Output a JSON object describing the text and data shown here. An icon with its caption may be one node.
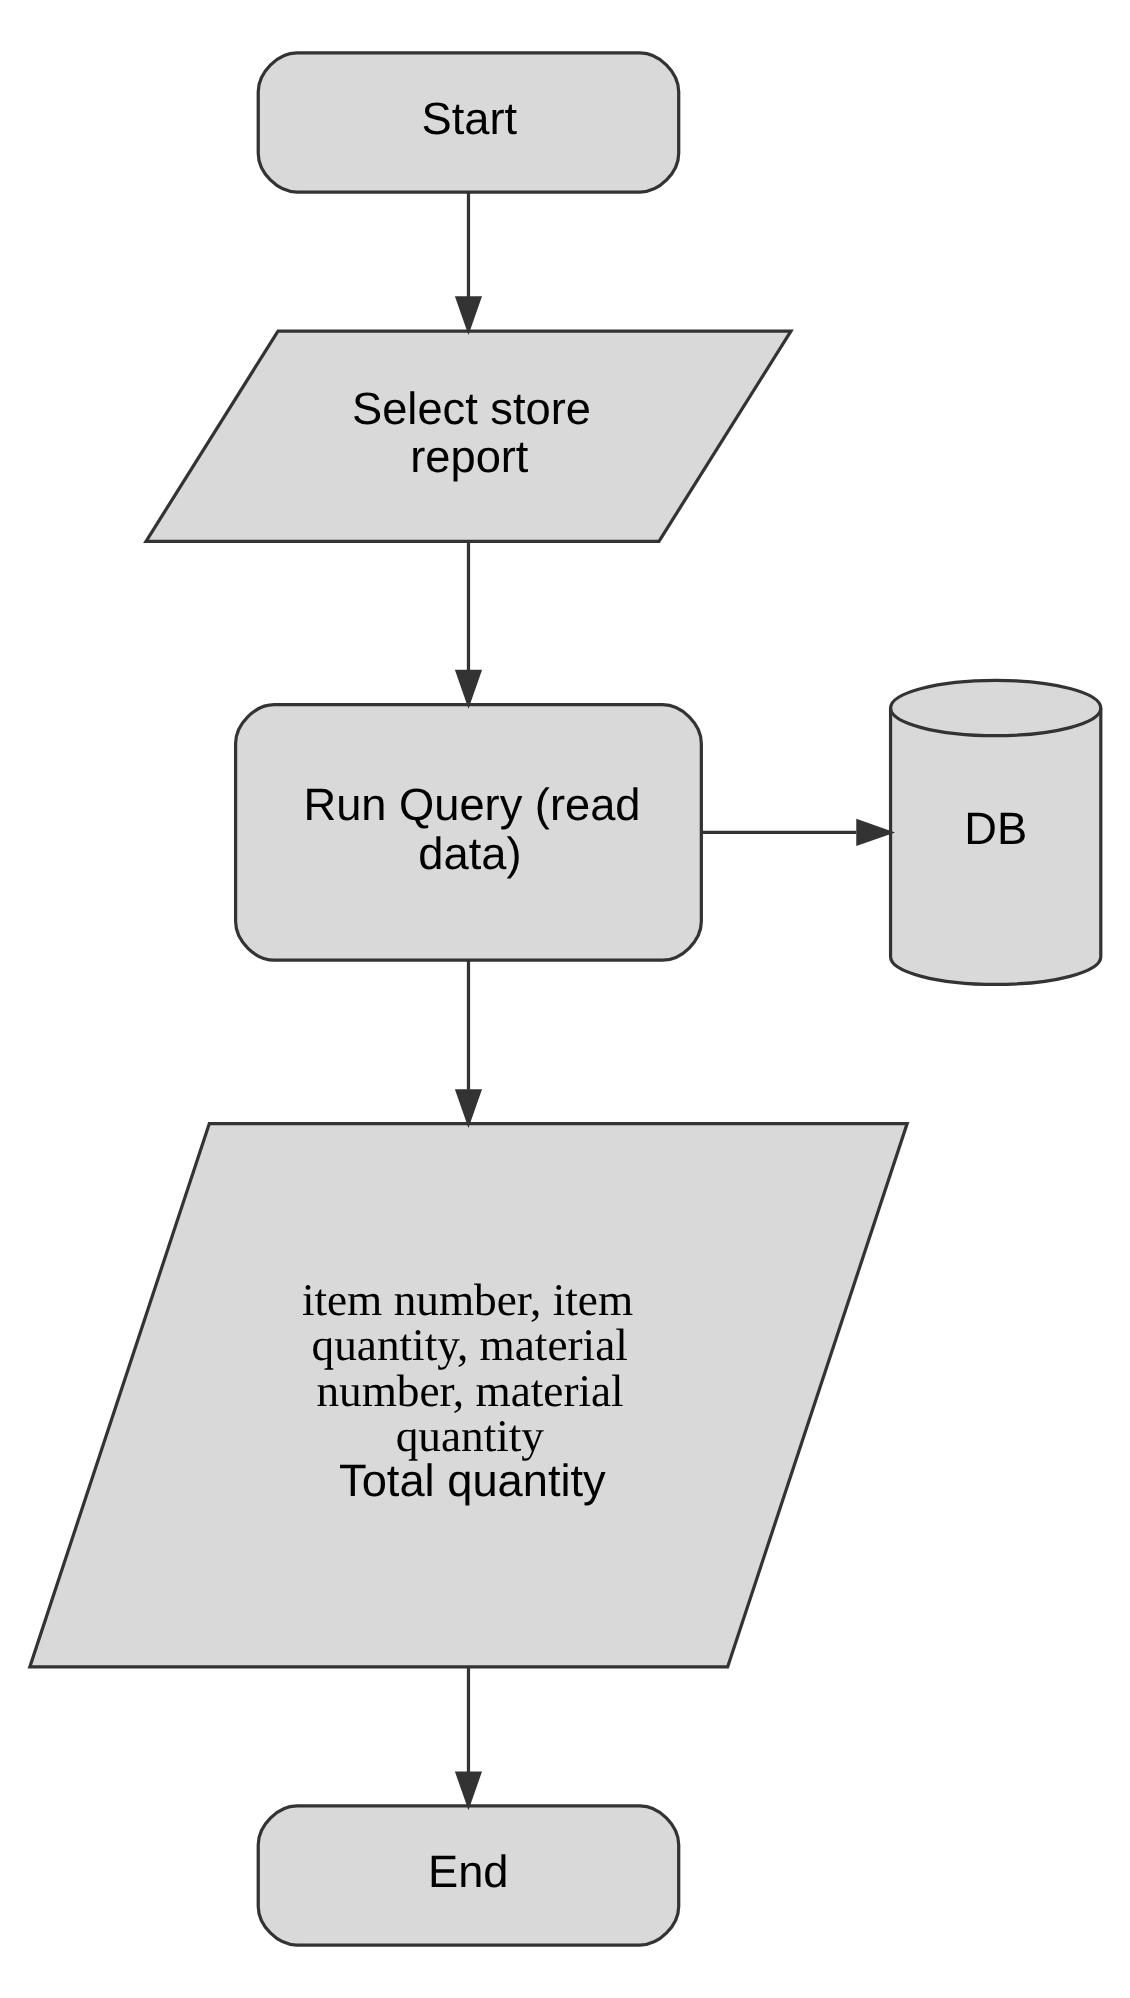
{
  "diagram": {
    "nodes": [
      {
        "text": [
          "Start"
        ]
      },
      {
        "text": [
          "Select store report"
        ]
      },
      {
        "text": [
          "Run Query (read data)"
        ]
      },
      {
        "text": [
          "DB"
        ]
      },
      {
        "text": [
          "item number, item quantity, material number, material quantity",
          "Total quantity"
        ]
      },
      {
        "text": [
          "End"
        ]
      }
    ],
    "edges": [
      {
        "from": 0,
        "to": 1,
        "arrow": "to"
      },
      {
        "from": 1,
        "to": 2,
        "arrow": "to"
      },
      {
        "from": 2,
        "to": 3,
        "arrow": "to"
      },
      {
        "from": 2,
        "to": 4,
        "arrow": "to"
      },
      {
        "from": 4,
        "to": 5,
        "arrow": "to"
      }
    ]
  }
}
